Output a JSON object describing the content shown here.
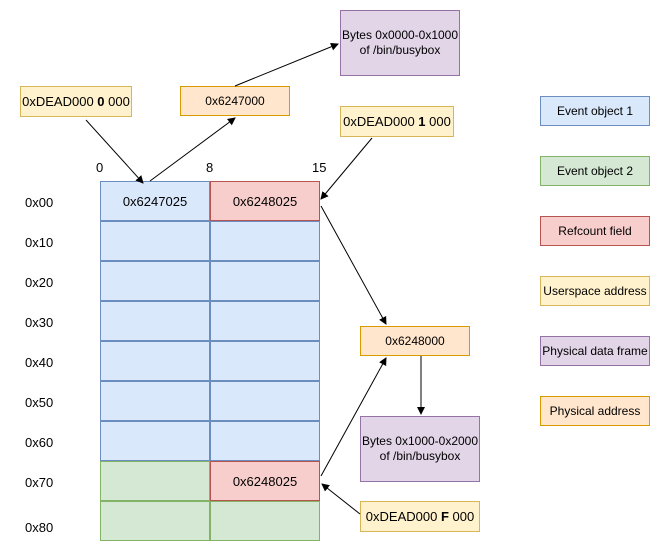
{
  "colors": {
    "event1": "#dae8fc",
    "event1_border": "#6c8ebf",
    "event2": "#d5e8d4",
    "event2_border": "#82b366",
    "refcount": "#f8cecc",
    "refcount_border": "#b85450",
    "userspace": "#fff2cc",
    "userspace_border": "#d6b656",
    "physdata": "#e1d5e7",
    "physdata_border": "#9673a6",
    "physaddr": "#ffe6cc",
    "physaddr_border": "#d79b00"
  },
  "columns": {
    "c0": "0",
    "c8": "8",
    "c15": "15"
  },
  "rows": [
    "0x00",
    "0x10",
    "0x20",
    "0x30",
    "0x40",
    "0x50",
    "0x60",
    "0x70",
    "0x80"
  ],
  "cells": {
    "r0_left": "0x6247025",
    "r0_right": "0x6248025",
    "r7_right": "0x6248025"
  },
  "userspace_addrs": {
    "a0": {
      "pre": "0xDEAD000 ",
      "bold": "0",
      "post": " 000"
    },
    "a1": {
      "pre": "0xDEAD000 ",
      "bold": "1",
      "post": " 000"
    },
    "aF": {
      "pre": "0xDEAD000 ",
      "bold": "F",
      "post": " 000"
    }
  },
  "phys_addrs": {
    "p1": "0x6247000",
    "p2": "0x6248000"
  },
  "data_frames": {
    "f1": {
      "line1": "Bytes 0x0000-0x1000",
      "line2": "of /bin/busybox"
    },
    "f2": {
      "line1": "Bytes 0x1000-0x2000",
      "line2": "of /bin/busybox"
    }
  },
  "legend": {
    "event1": "Event object 1",
    "event2": "Event object 2",
    "refcount": "Refcount field",
    "userspace": "Userspace address",
    "physdata": "Physical data frame",
    "physaddr": "Physical address"
  }
}
